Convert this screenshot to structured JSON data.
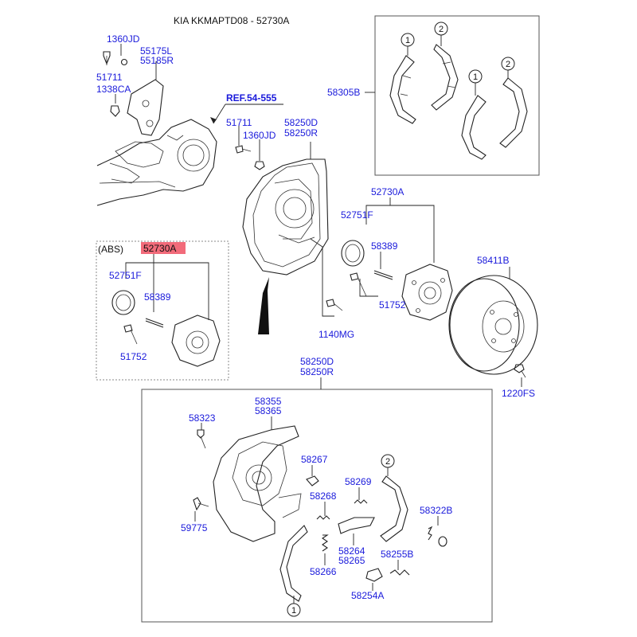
{
  "header": {
    "title": "KIA KKMAPTD08 - 52730A"
  },
  "labels": {
    "p1360jd_a": "1360JD",
    "p55175l": "55175L",
    "p55185r": "55185R",
    "p51711_a": "51711",
    "p1338ca": "1338CA",
    "ref": "REF.54-555",
    "p51711_b": "51711",
    "p1360jd_b": "1360JD",
    "p58250d_a": "58250D",
    "p58250r_a": "58250R",
    "p58305b": "58305B",
    "p52730a_main": "52730A",
    "p52751f_main": "52751F",
    "p58389_main": "58389",
    "p51752_main": "51752",
    "p1140mg": "1140MG",
    "p58411b": "58411B",
    "p1220fs": "1220FS",
    "abs": "(ABS)",
    "p52730a_abs": "52730A",
    "p52751f_abs": "52751F",
    "p58389_abs": "58389",
    "p51752_abs": "51752",
    "p58250d_b": "58250D",
    "p58250r_b": "58250R",
    "p58355": "58355",
    "p58365": "58365",
    "p58323": "58323",
    "p58267": "58267",
    "p58269": "58269",
    "p58268": "58268",
    "p58322b": "58322B",
    "p59775": "59775",
    "p58264": "58264",
    "p58265": "58265",
    "p58266": "58266",
    "p58255b": "58255B",
    "p58254a": "58254A"
  },
  "callouts": {
    "c1_a": "1",
    "c2_a": "2",
    "c1_b": "1",
    "c2_b": "2",
    "c2_c": "2",
    "c1_c": "1"
  },
  "colors": {
    "label_blue": "#1a1adb",
    "highlight": "#f26b7a",
    "line": "#222222"
  }
}
